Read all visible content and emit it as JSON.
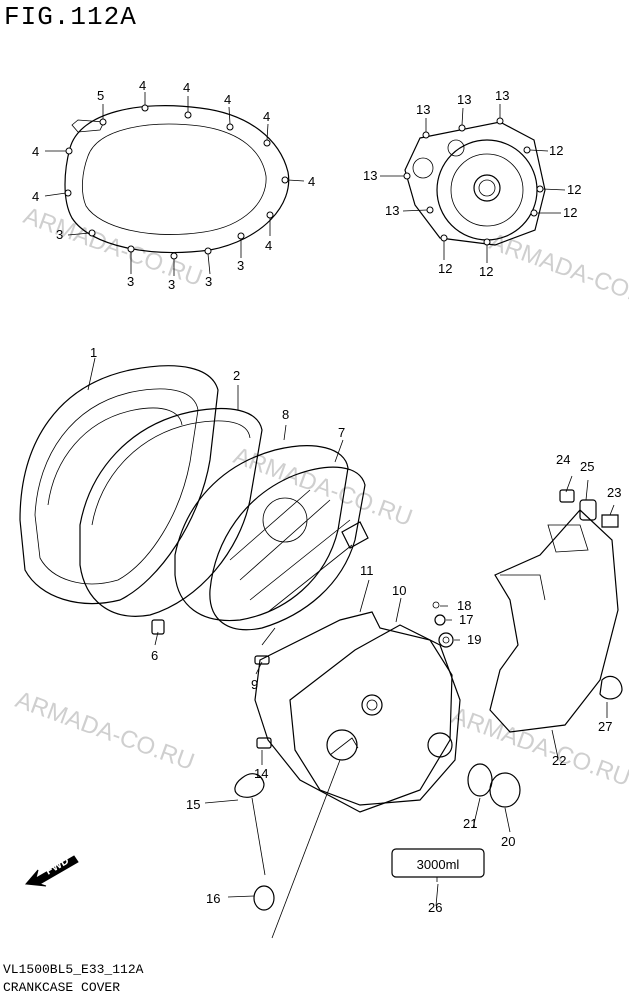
{
  "title": "FIG.112A",
  "diagram_code": "VL1500BL5_E33_112A",
  "diagram_name": "CRANKCASE COVER",
  "watermark": "ARMADA-CO.RU",
  "fwd_label": "FWD",
  "label_plate_text": "3000ml",
  "callouts": [
    "1",
    "2",
    "3",
    "4",
    "5",
    "6",
    "7",
    "8",
    "9",
    "10",
    "11",
    "12",
    "13",
    "14",
    "15",
    "16",
    "17",
    "18",
    "19",
    "20",
    "21",
    "22",
    "23",
    "24",
    "25",
    "26",
    "27"
  ]
}
